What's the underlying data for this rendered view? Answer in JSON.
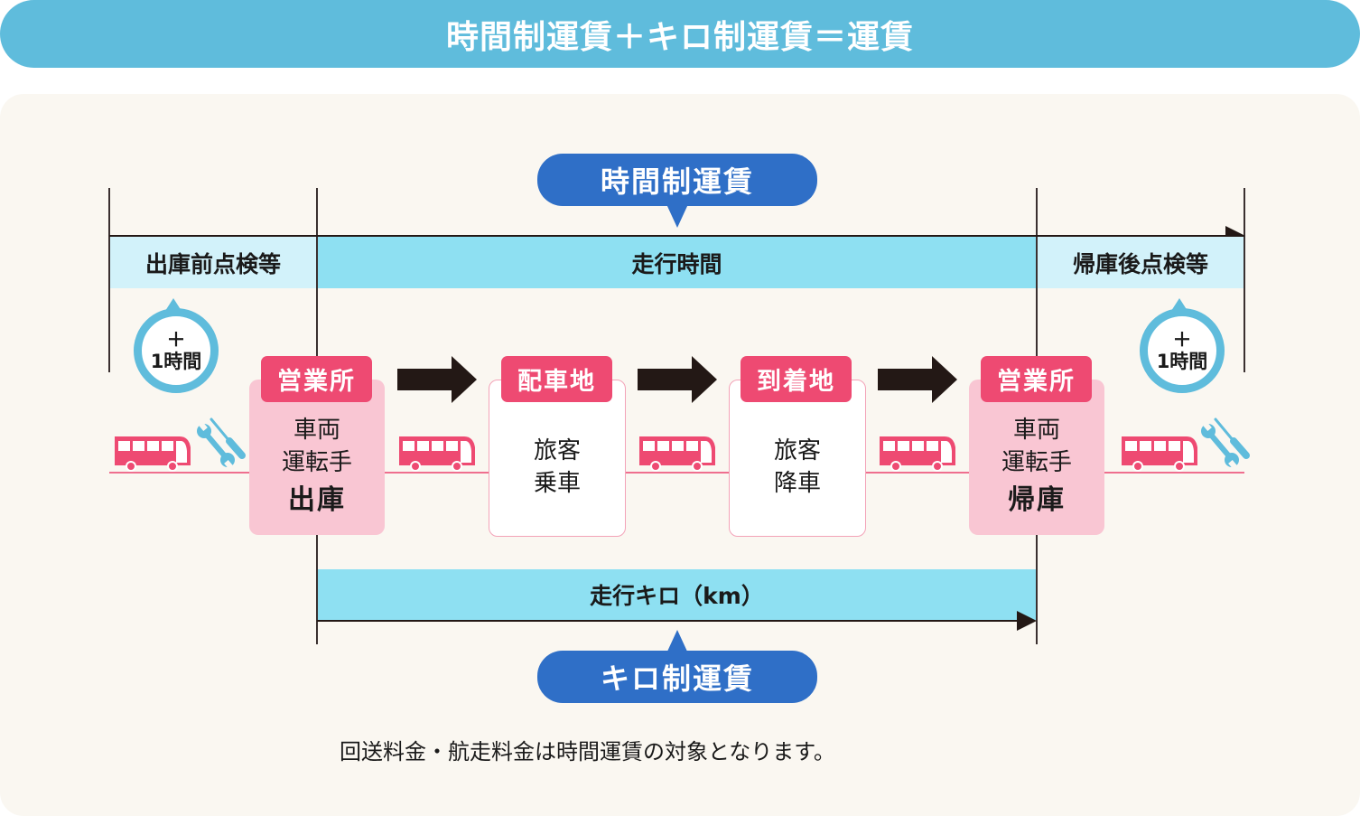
{
  "header": {
    "title": "時間制運賃＋キロ制運賃＝運賃"
  },
  "time_fare": {
    "bubble_label": "時間制運賃",
    "segments": [
      {
        "label": "出庫前点検等"
      },
      {
        "label": "走行時間"
      },
      {
        "label": "帰庫後点検等"
      }
    ],
    "extra_left": {
      "plus": "＋",
      "label": "1時間"
    },
    "extra_right": {
      "plus": "＋",
      "label": "1時間"
    }
  },
  "stations": [
    {
      "tag": "営業所",
      "lines": [
        "車両",
        "運転手"
      ],
      "strong": "出庫",
      "style": "pink"
    },
    {
      "tag": "配車地",
      "lines": [
        "旅客",
        "乗車"
      ],
      "strong": "",
      "style": "white"
    },
    {
      "tag": "到着地",
      "lines": [
        "旅客",
        "降車"
      ],
      "strong": "",
      "style": "white"
    },
    {
      "tag": "営業所",
      "lines": [
        "車両",
        "運転手"
      ],
      "strong": "帰庫",
      "style": "pink"
    }
  ],
  "icons": {
    "bus": "bus-icon",
    "tools": "wrench-screwdriver-icon",
    "arrow": "right-arrow-icon"
  },
  "km_fare": {
    "band_label": "走行キロ（km）",
    "bubble_label": "キロ制運賃"
  },
  "note": "回送料金・航走料金は時間運賃の対象となります。",
  "colors": {
    "header_bg": "#5fbcdc",
    "bubble_bg": "#2f6fc7",
    "band_main": "#8ee0f2",
    "band_light": "#d2f2fa",
    "tag_bg": "#ee4a72",
    "box_pink": "#f9c6d3",
    "bus": "#ee4a72",
    "tools": "#5fbcdc"
  }
}
